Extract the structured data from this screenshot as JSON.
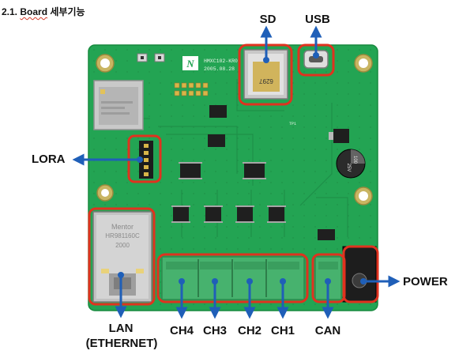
{
  "document": {
    "section_number": "2.1.",
    "section_word": "Board",
    "section_suffix": "세부기능"
  },
  "board": {
    "silkscreen_logo": "N",
    "silkscreen_model": "HMXC102-KR0",
    "silkscreen_date": "2005.08.28",
    "sd_card_print": "6297",
    "ethernet_jack_brand": "Mentor",
    "ethernet_jack_model": "HR981160C",
    "ethernet_jack_year": "2000",
    "capacitor_print_1": "100",
    "capacitor_print_2": "25V",
    "test_point_label": "TP1"
  },
  "callouts": {
    "sd": "SD",
    "usb": "USB",
    "lora": "LORA",
    "power": "POWER",
    "lan": "LAN",
    "ethernet": "(ETHERNET)",
    "ch4": "CH4",
    "ch3": "CH3",
    "ch2": "CH2",
    "ch1": "CH1",
    "can": "CAN"
  },
  "colors": {
    "pcb_green": "#23a453",
    "highlight_red": "#e0321f",
    "arrow_blue": "#1f5fb8",
    "terminal_green": "#47b26e"
  }
}
